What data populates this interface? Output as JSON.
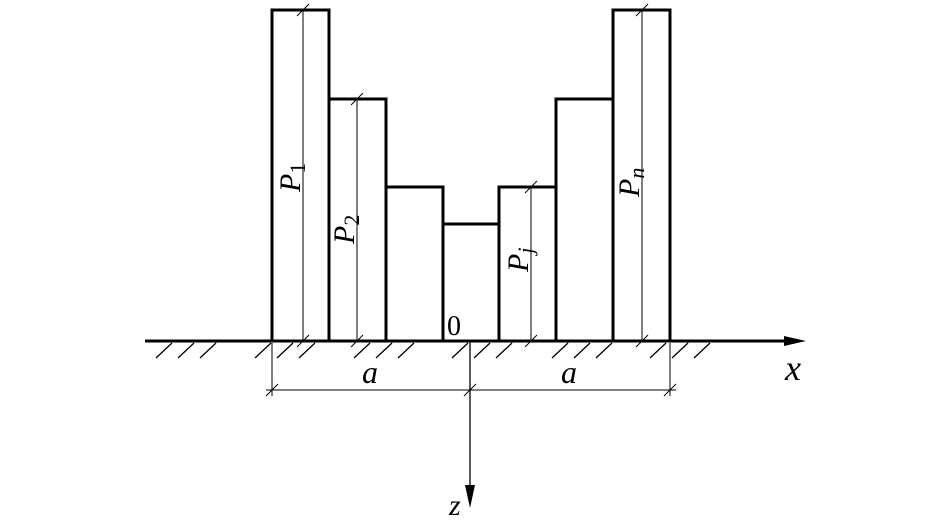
{
  "diagram": {
    "loads": [
      {
        "letter": "P",
        "sub": "1"
      },
      {
        "letter": "P",
        "sub": "2"
      },
      {
        "letter": "P",
        "sub": "j"
      },
      {
        "letter": "P",
        "sub": "n"
      }
    ],
    "origin_label": "0",
    "x_axis_label": "x",
    "z_axis_label": "z",
    "dim_left_label": "a",
    "dim_right_label": "a",
    "colors": {
      "stroke": "#000000",
      "background": "#ffffff"
    }
  }
}
